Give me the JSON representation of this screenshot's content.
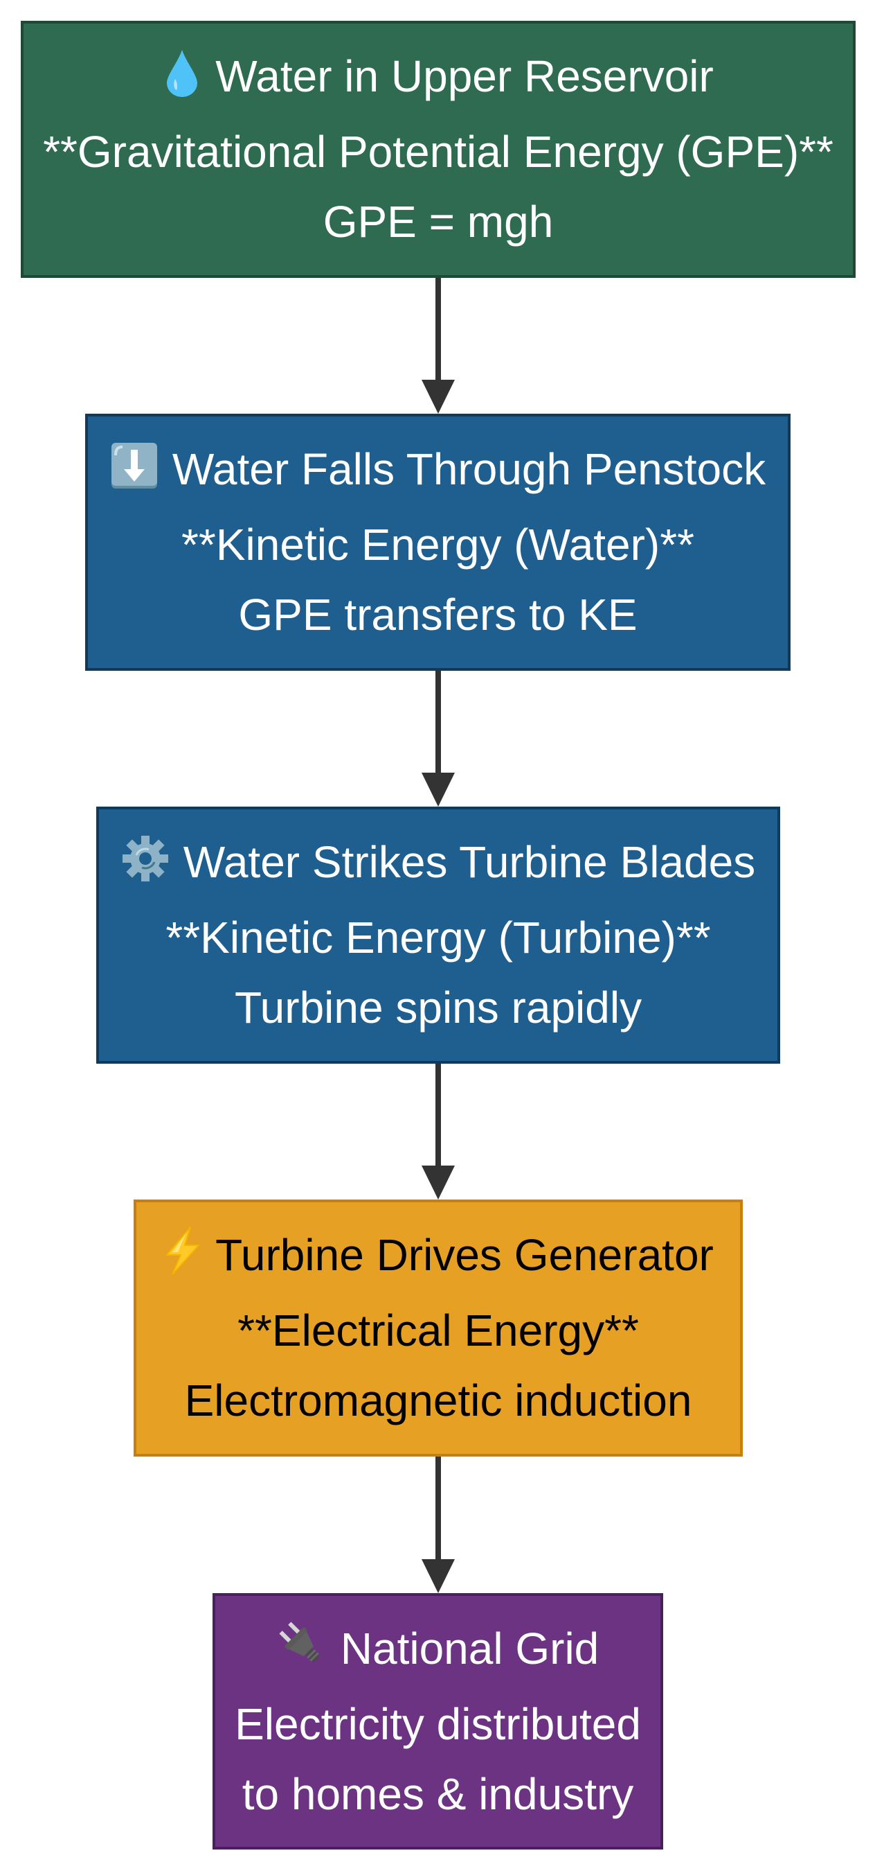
{
  "diagram": {
    "type": "flowchart",
    "direction": "top-to-bottom",
    "colors": {
      "arrow": "#333333",
      "background": "#ffffff"
    },
    "nodes": [
      {
        "id": "reservoir",
        "icon": "water-droplet-icon",
        "title": "Water in Upper Reservoir",
        "energy": "**Gravitational Potential Energy (GPE)**",
        "detail": "GPE = mgh",
        "fill": "#2f6b50",
        "border": "#1e4a35",
        "text_color": "#ffffff"
      },
      {
        "id": "penstock",
        "icon": "down-arrow-icon",
        "title": "Water Falls Through Penstock",
        "energy": "**Kinetic Energy (Water)**",
        "detail": "GPE transfers to KE",
        "fill": "#1f5f8f",
        "border": "#0f3a5f",
        "text_color": "#ffffff"
      },
      {
        "id": "turbine",
        "icon": "gear-icon",
        "title": "Water Strikes Turbine Blades",
        "energy": "**Kinetic Energy (Turbine)**",
        "detail": "Turbine spins rapidly",
        "fill": "#1f5f8f",
        "border": "#0f3a5f",
        "text_color": "#ffffff"
      },
      {
        "id": "generator",
        "icon": "lightning-icon",
        "title": "Turbine Drives Generator",
        "energy": "**Electrical Energy**",
        "detail": "Electromagnetic induction",
        "fill": "#e6a023",
        "border": "#c8800a",
        "text_color": "#000000"
      },
      {
        "id": "grid",
        "icon": "electric-plug-icon",
        "title": "National Grid",
        "energy": "Electricity distributed",
        "detail": "to homes & industry",
        "fill": "#6b3382",
        "border": "#4a1f5e",
        "text_color": "#ffffff"
      }
    ],
    "edges": [
      {
        "from": "reservoir",
        "to": "penstock"
      },
      {
        "from": "penstock",
        "to": "turbine"
      },
      {
        "from": "turbine",
        "to": "generator"
      },
      {
        "from": "generator",
        "to": "grid"
      }
    ]
  }
}
